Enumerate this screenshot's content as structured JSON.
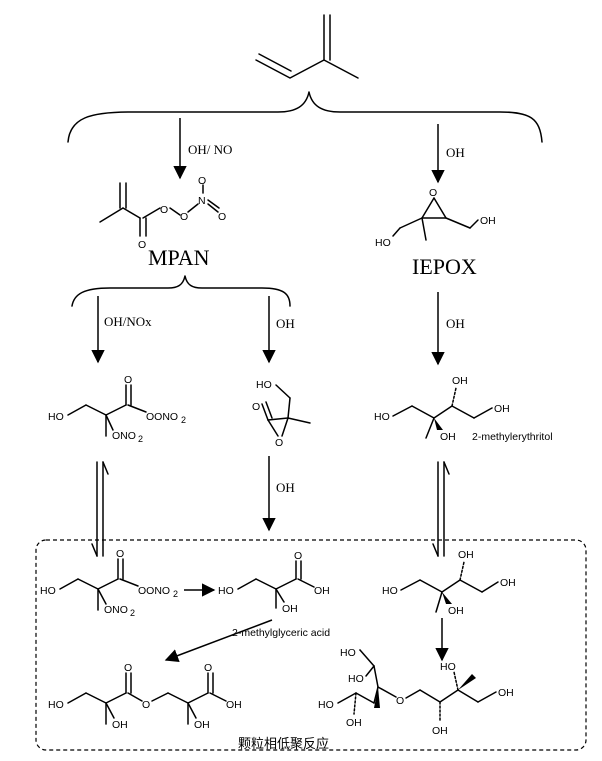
{
  "reagents": {
    "oh_no": "OH/ NO",
    "oh_right_top": "OH",
    "oh_nox": "OH/NOx",
    "oh_mid": "OH",
    "oh_right_mid": "OH",
    "oh_center": "OH"
  },
  "compounds": {
    "mpan": "MPAN",
    "iepox": "IEPOX",
    "methylerythritol": "2-methylerythritol",
    "methylglyceric_acid": "2-methylglyceric acid"
  },
  "atoms": {
    "O": "O",
    "N": "N",
    "HO": "HO",
    "OH": "OH",
    "OONO": "OONO",
    "ONO": "ONO",
    "sub2": "2"
  },
  "box_label": "颗粒相低聚反应"
}
